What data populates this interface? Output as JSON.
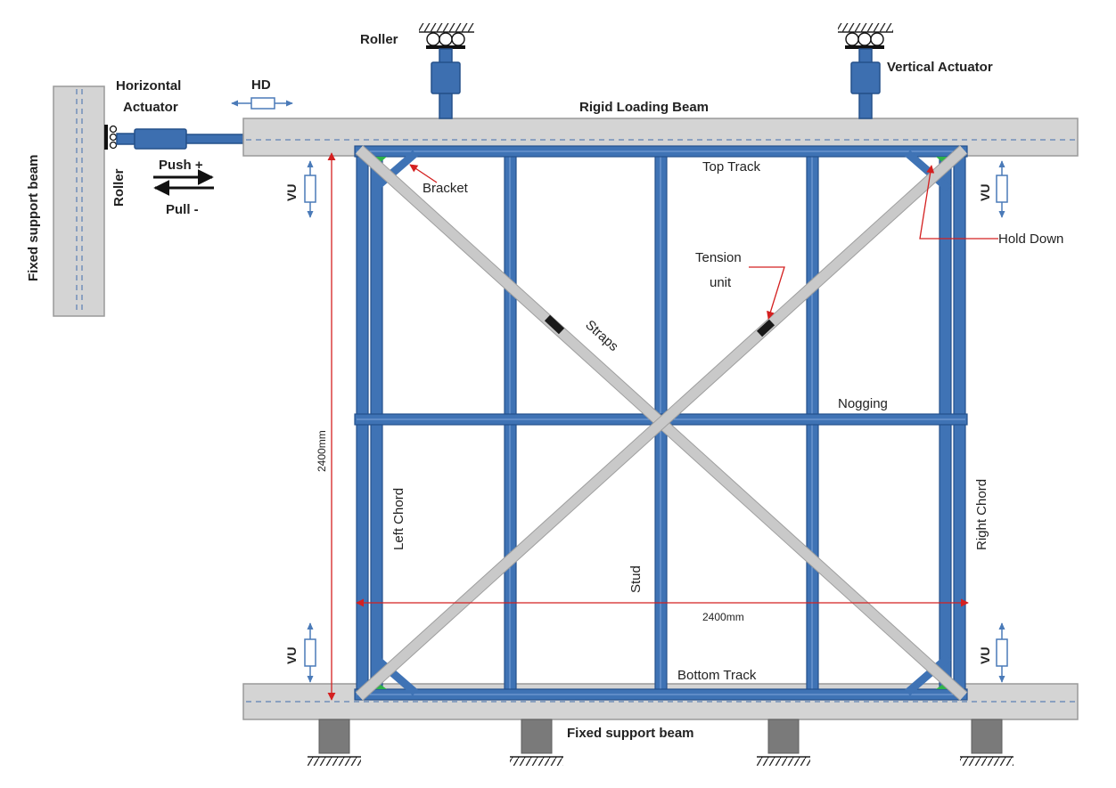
{
  "labels": {
    "fixed_support_left": "Fixed support beam",
    "roller_left": "Roller",
    "horizontal_actuator_line1": "Horizontal",
    "horizontal_actuator_line2": "Actuator",
    "hd": "HD",
    "push": "Push +",
    "pull": "Pull -",
    "roller_top": "Roller",
    "vertical_actuator": "Vertical Actuator",
    "rigid_loading_beam": "Rigid Loading Beam",
    "top_track": "Top Track",
    "bracket": "Bracket",
    "hold_down": "Hold Down",
    "tension_unit_line1": "Tension",
    "tension_unit_line2": "unit",
    "straps": "Straps",
    "nogging": "Nogging",
    "left_chord": "Left Chord",
    "right_chord": "Right Chord",
    "stud": "Stud",
    "height_dim": "2400mm",
    "width_dim": "2400mm",
    "bottom_track": "Bottom Track",
    "fixed_support_bottom": "Fixed support beam",
    "vu": "VU"
  },
  "colors": {
    "steel": "#3d6fb0",
    "beam": "#d4d4d4",
    "strap": "#c9c9c9",
    "dimension": "#d42020",
    "bracket_accent": "#2fb34a"
  },
  "icons": [
    "roller-icon",
    "fixed-ground-hatch-icon",
    "double-arrow-icon",
    "vu-sensor-icon"
  ]
}
